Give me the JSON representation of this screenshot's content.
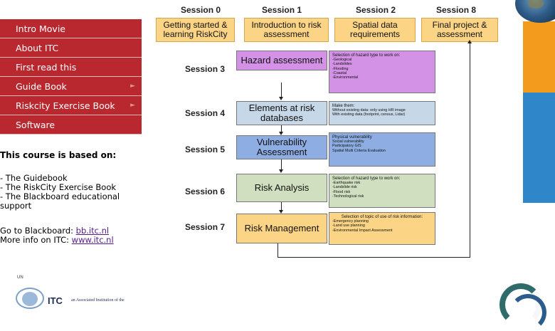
{
  "nav": {
    "items": [
      {
        "label": "Intro Movie",
        "has_submenu": false
      },
      {
        "label": "About ITC",
        "has_submenu": false
      },
      {
        "label": "First read this",
        "has_submenu": false
      },
      {
        "label": "Guide Book",
        "has_submenu": true
      },
      {
        "label": "Riskcity Exercise Book",
        "has_submenu": true
      },
      {
        "label": "Software",
        "has_submenu": false
      }
    ]
  },
  "sidebar": {
    "heading": "This course is based on:",
    "items": [
      "- The Guidebook",
      "- The RiskCity Exercise Book",
      "- The Blackboard educational support"
    ],
    "blackboard_prefix": "Go to Blackboard: ",
    "blackboard_link": "bb.itc.nl",
    "itc_prefix": "More info on ITC: ",
    "itc_link": "www.itc.nl"
  },
  "sessions_top": [
    {
      "label": "Session 0",
      "text": "Getting started & learning RiskCity"
    },
    {
      "label": "Session 1",
      "text": "Introduction to risk assessment"
    },
    {
      "label": "Session 2",
      "text": "Spatial data requirements"
    },
    {
      "label": "Session 8",
      "text": "Final project & assessment"
    }
  ],
  "steps": [
    {
      "session": "Session 3",
      "title": "Hazard assessment",
      "color": "#d492e6",
      "info_heading": "Selection of hazard type to work on:",
      "info_lines": [
        "-Geological",
        "-Landslides",
        "-Flooding",
        "-Coastal",
        "-Environmental"
      ]
    },
    {
      "session": "Session 4",
      "title": "Elements at risk databases",
      "color": "#c6d7e8",
      "info_heading": "Make them:",
      "info_lines": [
        "Without existing data: only using HR image",
        "With existing data (footprint, census, Lidar)"
      ]
    },
    {
      "session": "Session 5",
      "title": "Vulnerability Assessment",
      "color": "#8eaee3",
      "info_heading": "Physical vulnerability",
      "info_lines": [
        "Social vulnerability",
        "Participatory GIS",
        "Spatial Multi Criteria Evaluation"
      ]
    },
    {
      "session": "Session 6",
      "title": "Risk Analysis",
      "color": "#cfdfbf",
      "info_heading": "Selection of hazard type to work on:",
      "info_lines": [
        "-Earthquake risk",
        "-Landslide risk",
        "-Flood risk",
        "-Technological risk"
      ]
    },
    {
      "session": "Session 7",
      "title": "Risk Management",
      "color": "#fcd486",
      "info_heading": "Selection of topic of use of risk information:",
      "info_lines": [
        "-Emergency planning",
        "-Land use planning",
        "-Environmental Impact Assessment"
      ]
    }
  ],
  "footer": {
    "un_label": "UN",
    "itc_mark": "ITC",
    "itc_tagline": "an Associated Institution of the"
  },
  "colors": {
    "nav_bg": "#b9272f",
    "top_box": "#fcd486",
    "stripe_orange": "#f39b1d",
    "stripe_blue": "#2f86c8"
  }
}
